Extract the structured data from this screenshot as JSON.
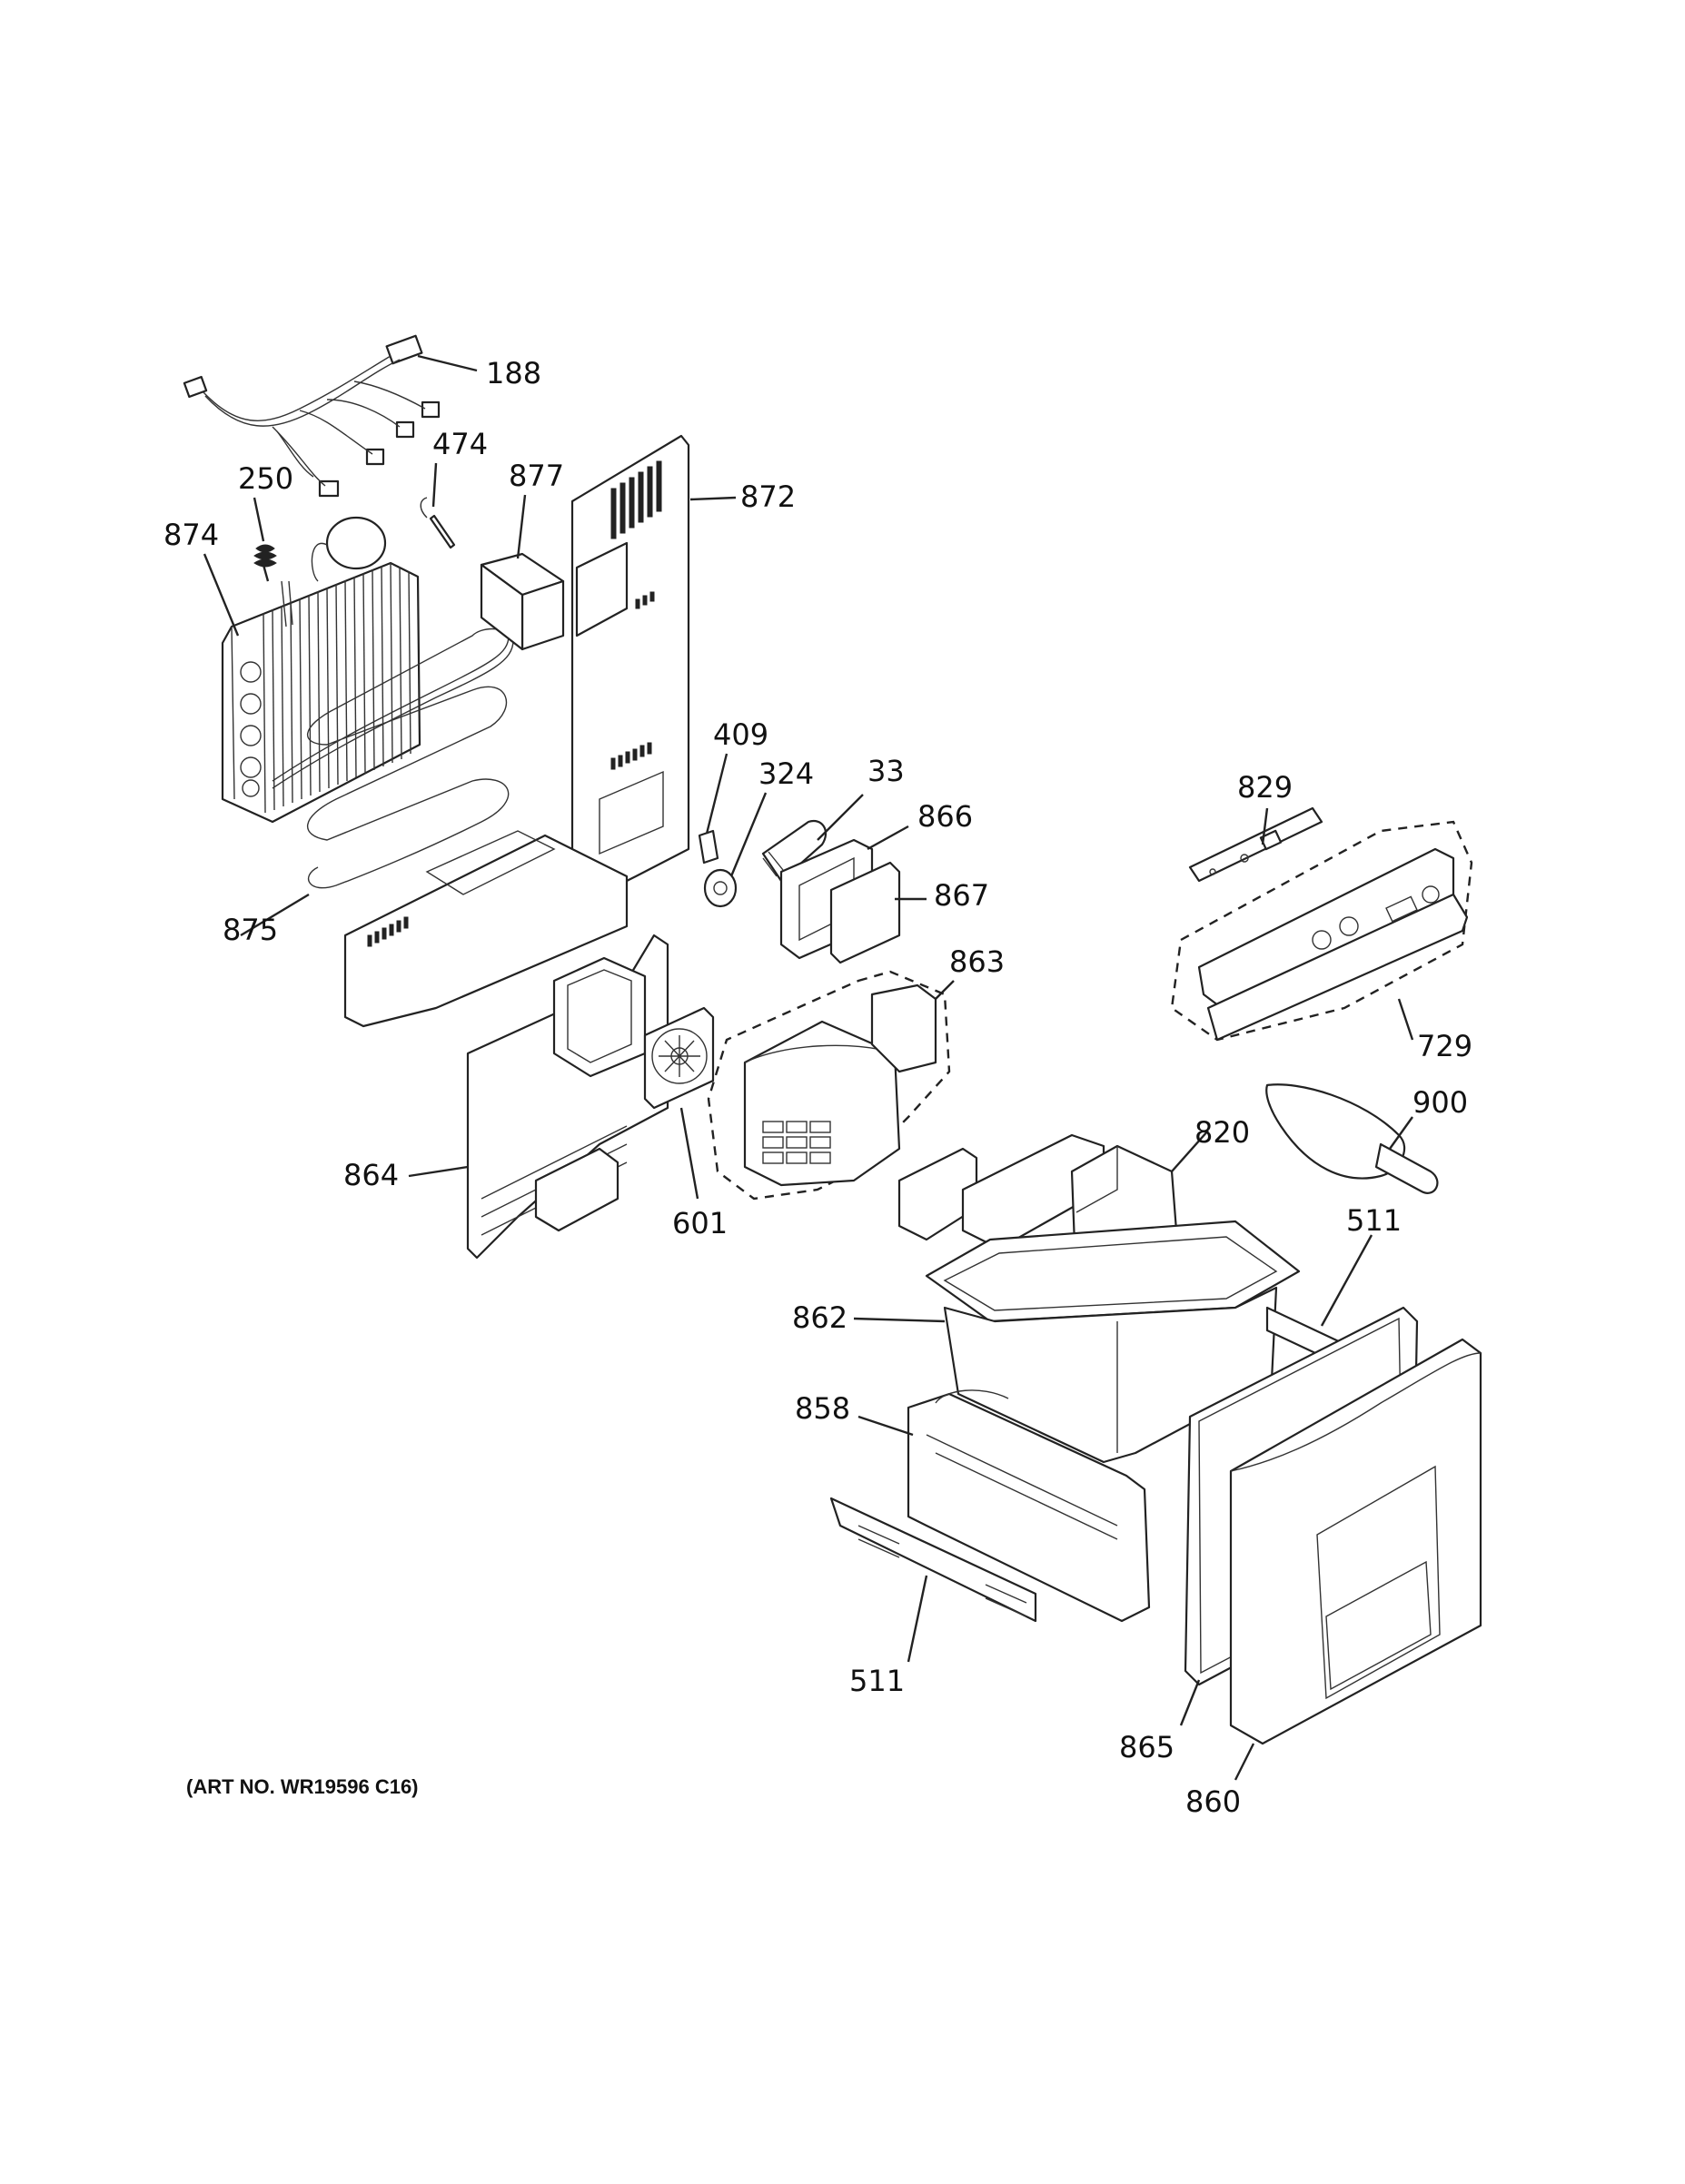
{
  "art_number": "(ART NO. WR19596 C16)",
  "callouts": {
    "p188": "188",
    "p474": "474",
    "p250": "250",
    "p877": "877",
    "p872": "872",
    "p874": "874",
    "p409": "409",
    "p324": "324",
    "p33": "33",
    "p866": "866",
    "p867": "867",
    "p829": "829",
    "p875": "875",
    "p863": "863",
    "p729": "729",
    "p900": "900",
    "p820": "820",
    "p864": "864",
    "p601": "601",
    "p511a": "511",
    "p862": "862",
    "p858": "858",
    "p511b": "511",
    "p865": "865",
    "p860": "860"
  }
}
